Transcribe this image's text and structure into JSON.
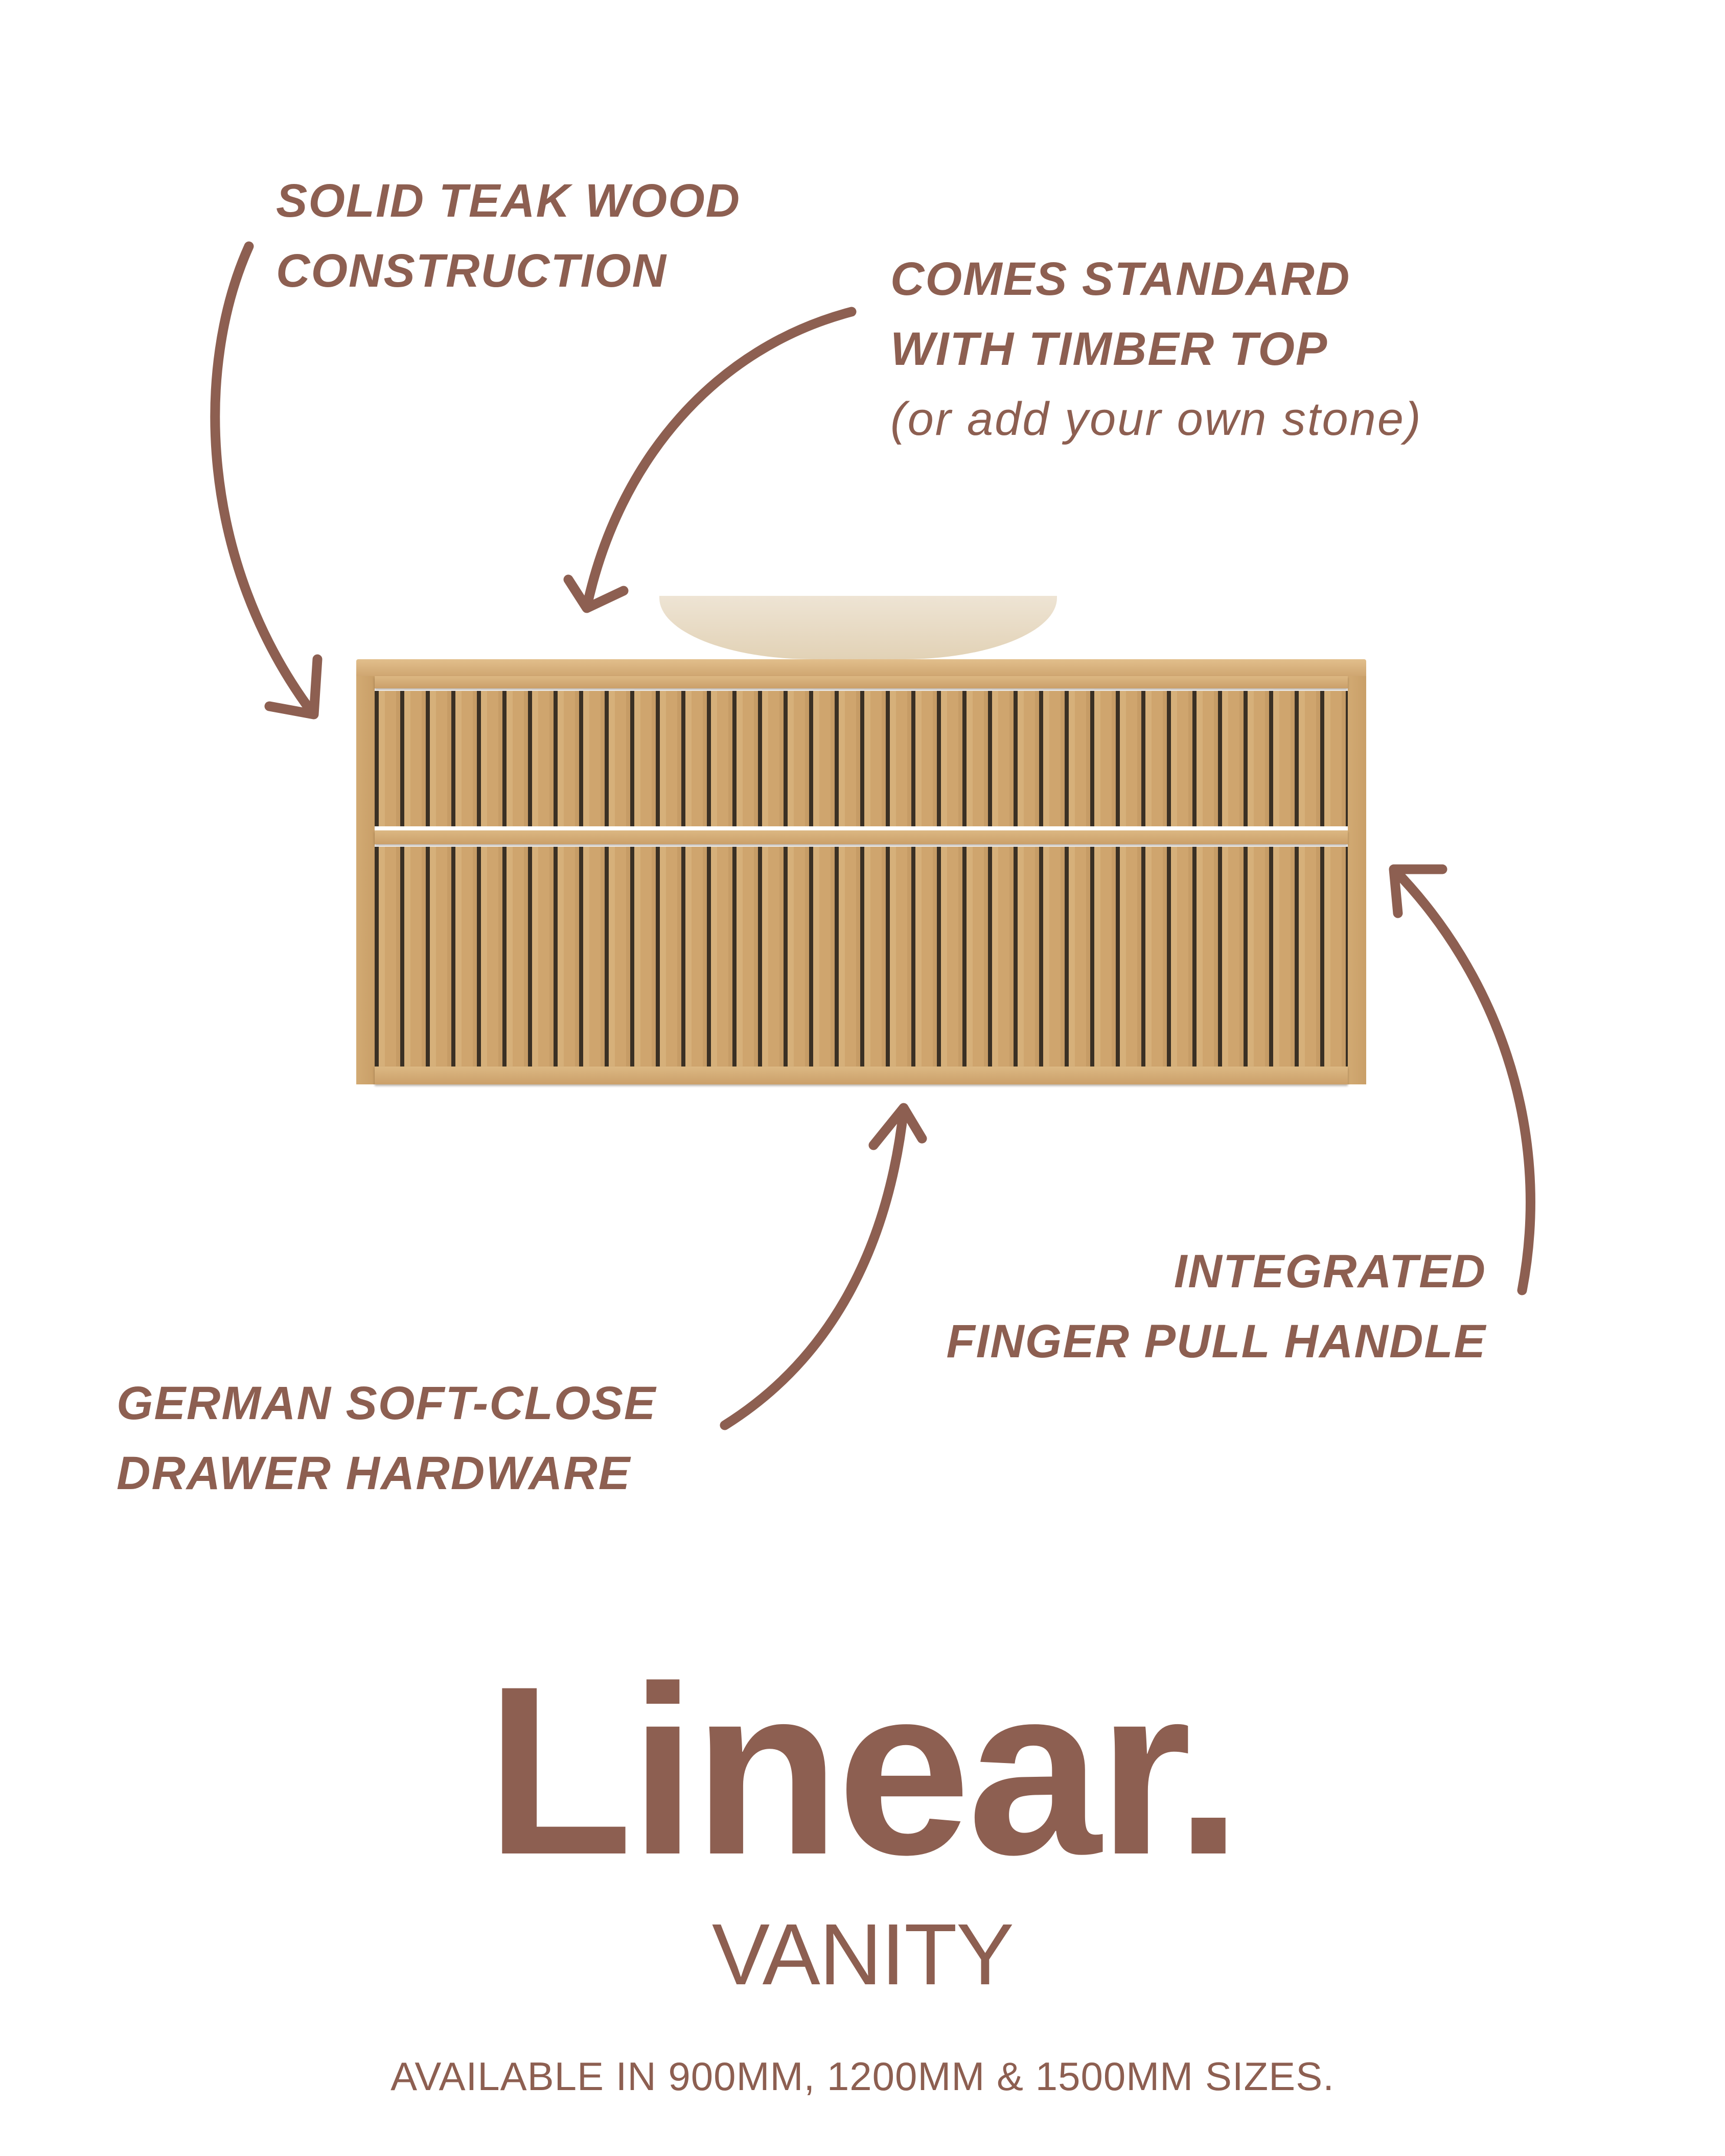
{
  "colors": {
    "accent": "#8d5f51",
    "wood": "#d6b07a",
    "basin": "#e8dcc6"
  },
  "annotations": {
    "teak": [
      "SOLID TEAK WOOD",
      "CONSTRUCTION"
    ],
    "top": [
      "COMES STANDARD",
      "WITH TIMBER TOP"
    ],
    "top_note": "(or add your own stone)",
    "handle": [
      "INTEGRATED",
      "FINGER PULL HANDLE"
    ],
    "hardware": [
      "GERMAN SOFT-CLOSE",
      "DRAWER HARDWARE"
    ]
  },
  "product": {
    "name": "Linear.",
    "type": "VANITY",
    "sizes": "AVAILABLE IN 900MM, 1200MM & 1500MM SIZES."
  }
}
